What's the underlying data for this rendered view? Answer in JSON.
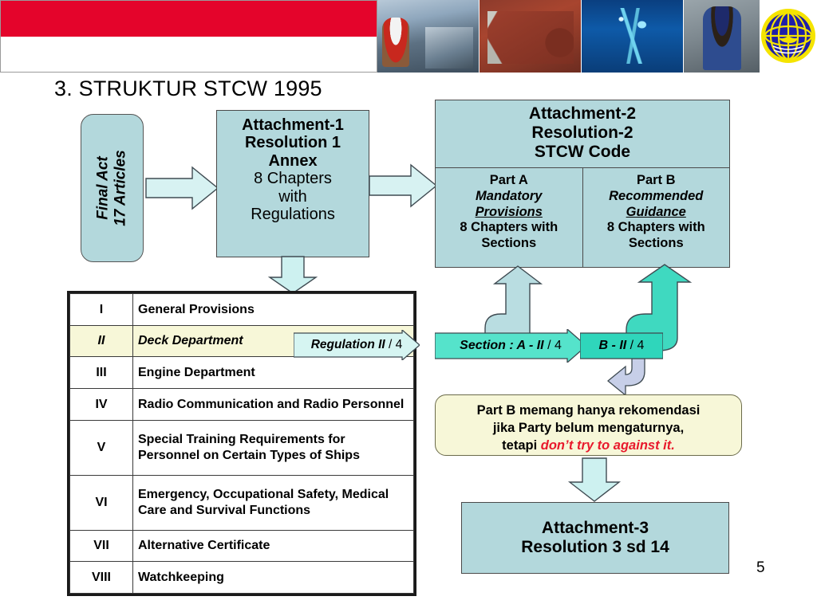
{
  "header": {
    "flag": {
      "name": "indonesia-flag",
      "top_color": "#e4042b",
      "bottom_color": "#ffffff"
    },
    "photos": [
      {
        "name": "photo-crew-on-deck"
      },
      {
        "name": "photo-mooring-winch"
      },
      {
        "name": "photo-underwater-rov"
      },
      {
        "name": "photo-dock-worker"
      }
    ],
    "logo": {
      "name": "globe-logo",
      "colors": {
        "globe": "#1f1fa8",
        "ring": "#f5e400"
      }
    }
  },
  "title": "3. STRUKTUR STCW 1995",
  "page_number": "5",
  "colors": {
    "box_fill": "#b3d8dc",
    "arrow_fill": "#d7f2f2",
    "section_arrow_fill": "#52e0c8",
    "b_arrow_fill": "#2fd6bb",
    "note_fill": "#f7f7d8",
    "highlight_row": "#f7f7d8",
    "accent_red": "#e8192c"
  },
  "final_act": {
    "line1": "Final Act",
    "line2": "17 Articles"
  },
  "attachment1": {
    "line1": "Attachment-1",
    "line2": "Resolution 1",
    "line3": "Annex",
    "line4": "8 Chapters",
    "line5": "with",
    "line6": "Regulations"
  },
  "attachment2": {
    "head_line1": "Attachment-2",
    "head_line2": "Resolution-2",
    "head_line3": "STCW Code",
    "part_a": {
      "title": "Part A",
      "subtitle_italic": "Mandatory",
      "subtitle_underline": "Provisions",
      "detail_line1": "8 Chapters with",
      "detail_line2": "Sections"
    },
    "part_b": {
      "title": "Part B",
      "subtitle_italic": "Recommended",
      "subtitle_underline": "Guidance",
      "detail_line1": "8 Chapters with",
      "detail_line2": "Sections"
    }
  },
  "attachment3": {
    "line1": "Attachment-3",
    "line2": "Resolution 3 sd 14"
  },
  "note": {
    "line1": "Part B memang hanya rekomendasi",
    "line2": "jika Party belum mengaturnya,",
    "line3_prefix": "tetapi ",
    "line3_red": "don’t try to against it."
  },
  "labels": {
    "regulation": {
      "main": "Regulation II",
      "suffix": " / 4"
    },
    "section": {
      "main": "Section : A - II",
      "suffix": " / 4"
    },
    "part_b_section": {
      "main": "B - II",
      "suffix": " / 4"
    }
  },
  "chapters_table": {
    "rows": [
      {
        "num": "I",
        "name": "General Provisions",
        "highlight": false
      },
      {
        "num": "II",
        "name": "Deck Department",
        "highlight": true
      },
      {
        "num": "III",
        "name": "Engine Department",
        "highlight": false
      },
      {
        "num": "IV",
        "name": "Radio Communication and Radio Personnel",
        "highlight": false
      },
      {
        "num": "V",
        "name": "Special Training Requirements for Personnel on Certain Types of Ships",
        "highlight": false
      },
      {
        "num": "VI",
        "name": "Emergency, Occupational Safety, Medical Care and Survival Functions",
        "highlight": false
      },
      {
        "num": "VII",
        "name": "Alternative Certificate",
        "highlight": false
      },
      {
        "num": "VIII",
        "name": "Watchkeeping",
        "highlight": false
      }
    ]
  }
}
